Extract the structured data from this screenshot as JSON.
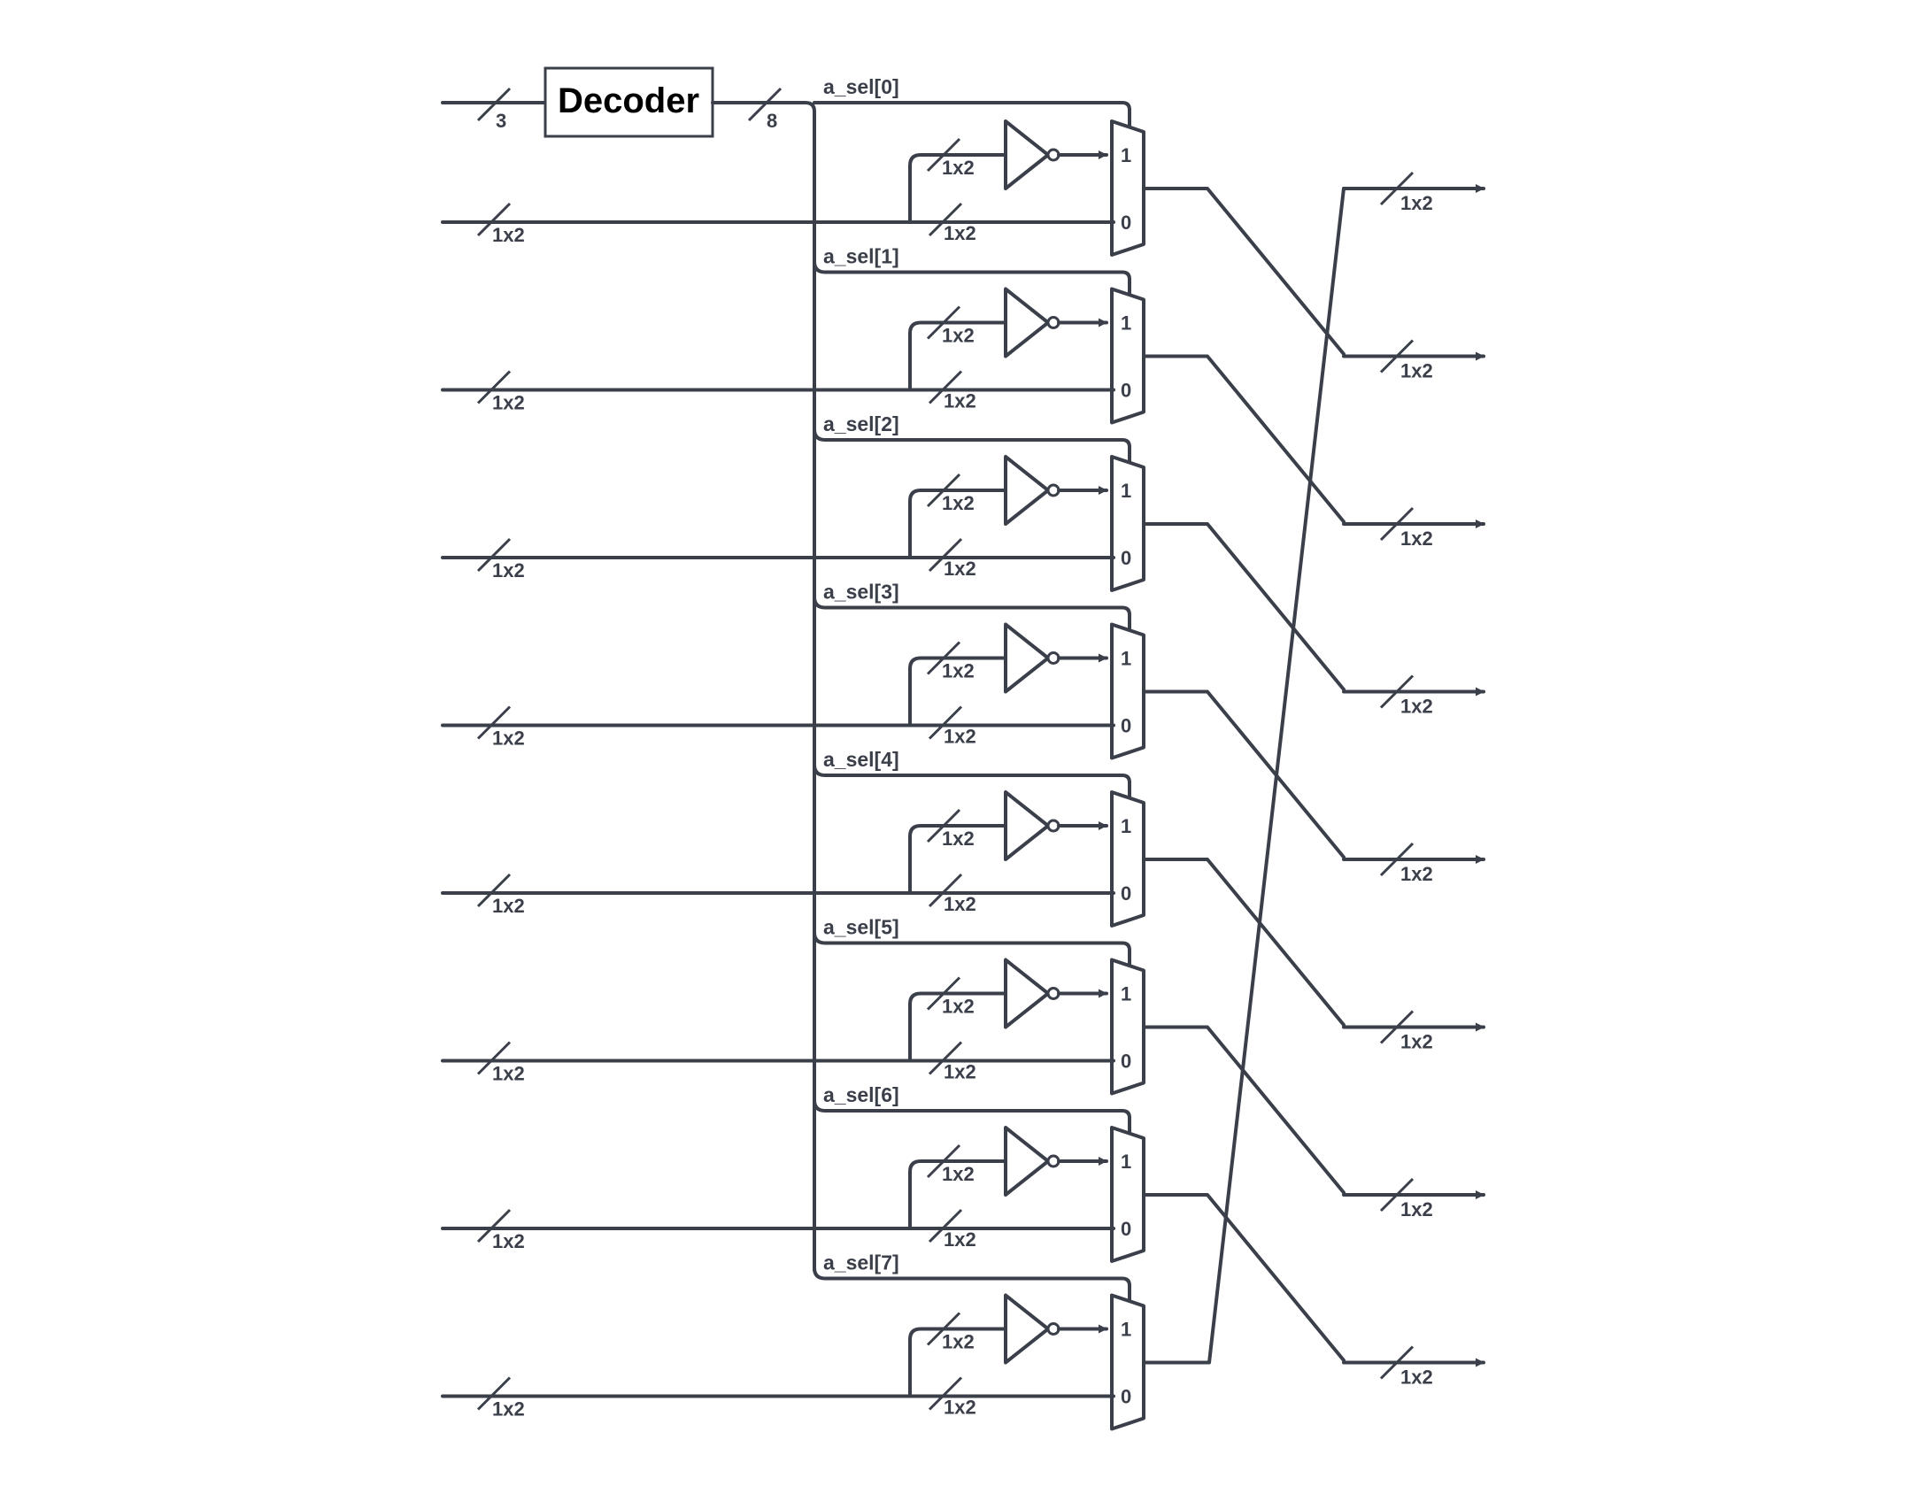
{
  "decoder": {
    "label": "Decoder",
    "input_width": "3",
    "output_width": "8"
  },
  "select_labels": [
    "a_sel[0]",
    "a_sel[1]",
    "a_sel[2]",
    "a_sel[3]",
    "a_sel[4]",
    "a_sel[5]",
    "a_sel[6]",
    "a_sel[7]"
  ],
  "bus_width_label": "1x2",
  "mux_port_labels": {
    "one": "1",
    "zero": "0"
  },
  "stage_count": 8,
  "colors": {
    "wire": "#3a3f4a",
    "decoder_text": "#000000",
    "background": "#ffffff"
  }
}
